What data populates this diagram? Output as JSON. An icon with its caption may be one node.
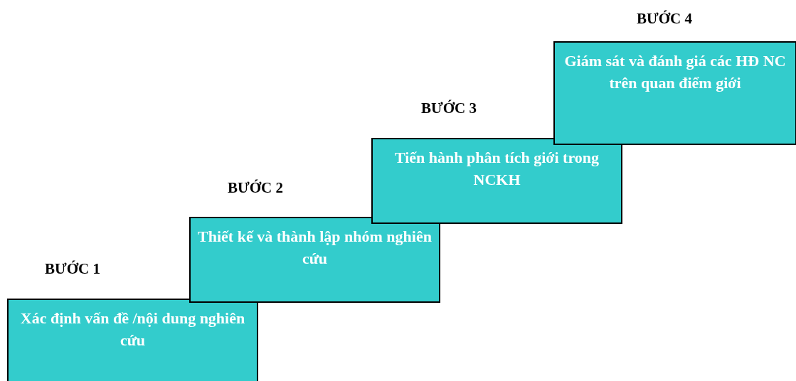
{
  "diagram": {
    "nodes": [
      {
        "text": [
          "BƯỚC 1",
          "Xác định vấn đề /nội dung nghiên cứu"
        ]
      },
      {
        "text": [
          "BƯỚC 2",
          "Thiết kế và thành lập nhóm nghiên cứu"
        ]
      },
      {
        "text": [
          "BƯỚC 3",
          "Tiến hành phân tích giới trong NCKH"
        ]
      },
      {
        "text": [
          "BƯỚC 4",
          "Giám sát và đánh giá các HĐ NC trên quan điểm giới"
        ]
      }
    ]
  }
}
